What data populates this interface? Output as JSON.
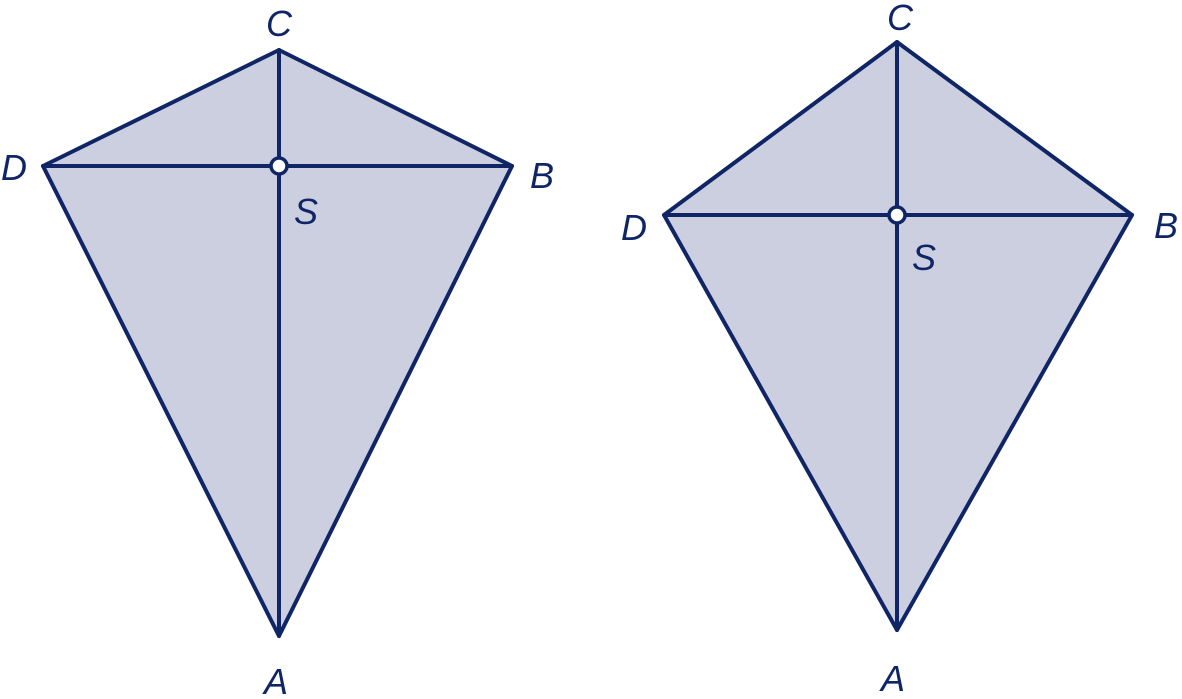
{
  "colors": {
    "fill": "#cbcfe0",
    "stroke": "#0f2566",
    "text": "#0f2566",
    "background": "#ffffff"
  },
  "figures": [
    {
      "vertex_labels": {
        "A": "A",
        "B": "B",
        "C": "C",
        "D": "D"
      },
      "intersection_label": "S"
    },
    {
      "vertex_labels": {
        "A": "A",
        "B": "B",
        "C": "C",
        "D": "D"
      },
      "intersection_label": "S"
    }
  ]
}
